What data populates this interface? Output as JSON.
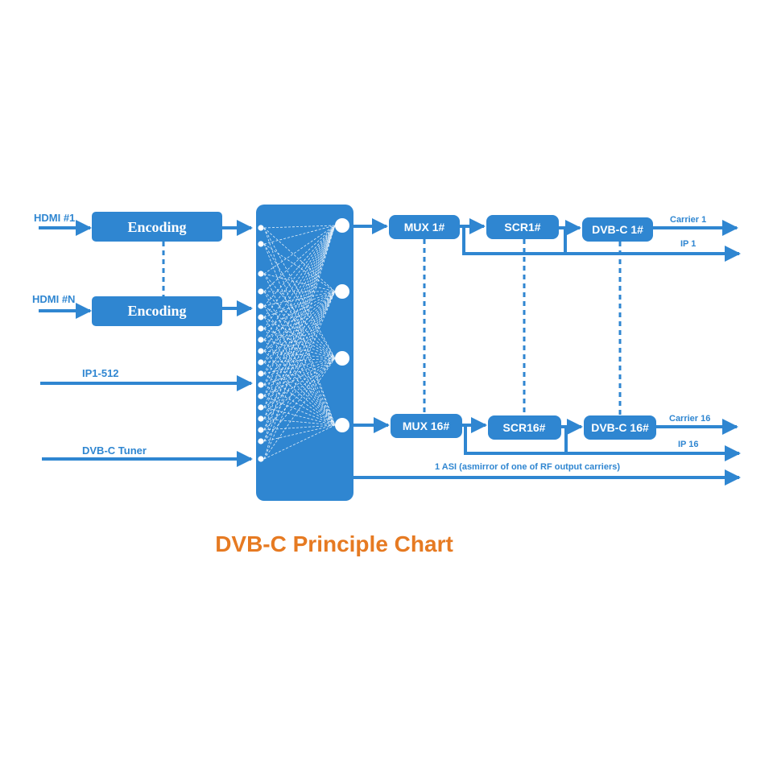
{
  "inputs": {
    "hdmi_1": "HDMI #1",
    "hdmi_n": "HDMI #N",
    "ip": "IP1-512",
    "tuner": "DVB-C Tuner"
  },
  "blocks": {
    "encoding_1": "Encoding",
    "encoding_n": "Encoding",
    "mux_1": "MUX 1#",
    "mux_16": "MUX 16#",
    "scr_1": "SCR1#",
    "scr_16": "SCR16#",
    "dvbc_1": "DVB-C 1#",
    "dvbc_16": "DVB-C 16#"
  },
  "outputs": {
    "carrier_1": "Carrier 1",
    "ip_1": "IP 1",
    "carrier_16": "Carrier 16",
    "ip_16": "IP 16",
    "asi": "1 ASI (asmirror of one of RF output carriers)"
  },
  "caption": "DVB-C Principle Chart",
  "colors": {
    "primary": "#2f86d1",
    "caption": "#e67a22"
  }
}
